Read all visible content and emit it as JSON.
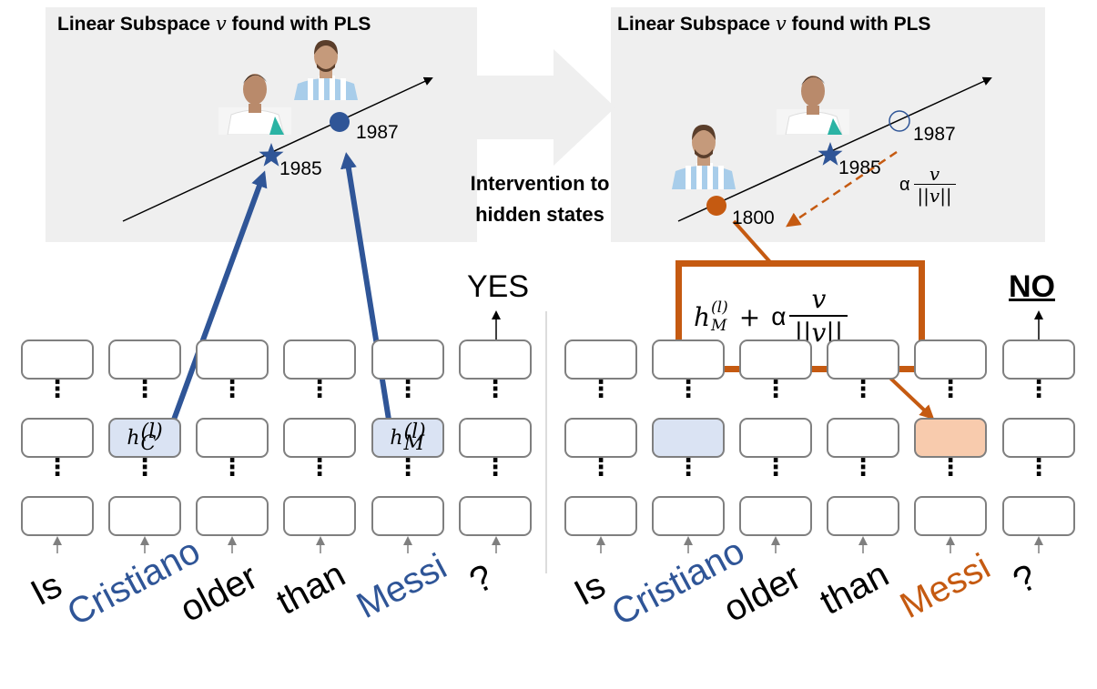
{
  "left_panel": {
    "title_prefix": "Linear Subspace",
    "title_var": "v",
    "title_suffix": "found with PLS",
    "years": [
      "1985",
      "1987"
    ]
  },
  "right_panel": {
    "title_prefix": "Linear Subspace",
    "title_var": "v",
    "title_suffix": "found with PLS",
    "years": [
      "1987",
      "1985",
      "1800"
    ],
    "alpha": "α",
    "frac_num": "v",
    "frac_den": "||v||"
  },
  "intervention_label": [
    "Intervention to",
    "hidden states"
  ],
  "formula": {
    "h": "h",
    "sup": "(l)",
    "sub": "M",
    "plus": "+",
    "alpha": "α",
    "num": "v",
    "den": "||v||"
  },
  "left_sequence": {
    "tokens": [
      "Is",
      "Cristiano",
      "older",
      "than",
      "Messi",
      "?"
    ],
    "answer": "YES",
    "hidden_c": {
      "h": "h",
      "sup": "(l)",
      "sub": "C"
    },
    "hidden_m": {
      "h": "h",
      "sup": "(l)",
      "sub": "M"
    }
  },
  "right_sequence": {
    "tokens": [
      "Is",
      "Cristiano",
      "older",
      "than",
      "Messi",
      "?"
    ],
    "answer": "NO"
  },
  "colors": {
    "blue": "#2f5597",
    "orange": "#c55a11",
    "panel": "#efefef",
    "box_blue": "#dae3f3",
    "box_orange": "#f8cbad"
  }
}
